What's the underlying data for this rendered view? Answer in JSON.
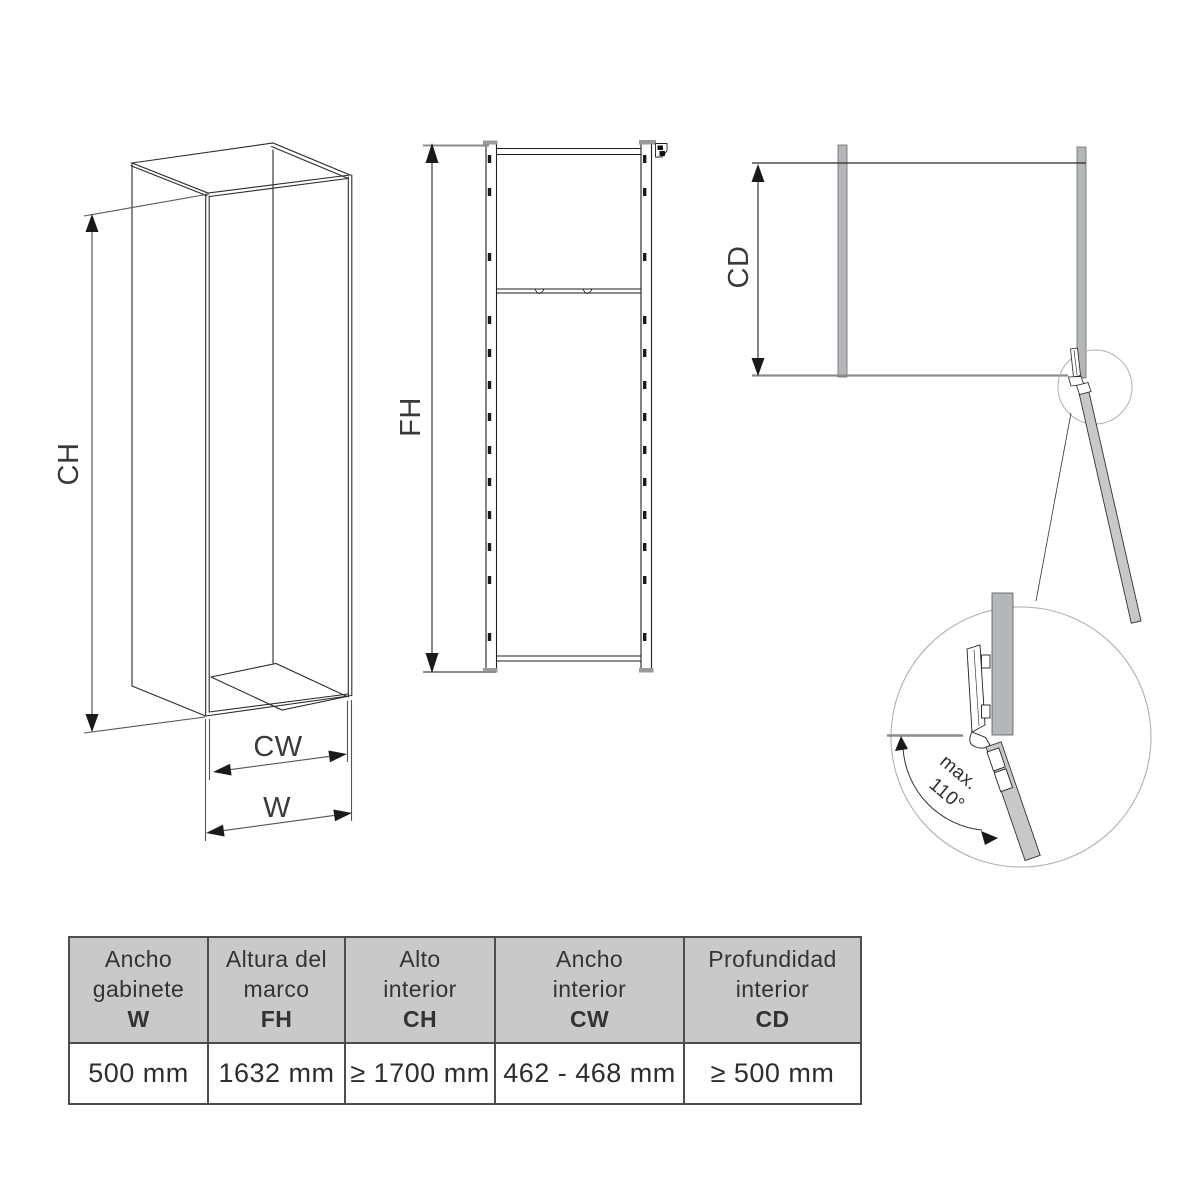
{
  "diagram": {
    "labels": {
      "inner_height": "CH",
      "inner_width": "CW",
      "cabinet_width": "W",
      "frame_height": "FH",
      "inner_depth": "CD",
      "max_angle_line1": "max.",
      "max_angle_line2": "110°"
    },
    "colors": {
      "line": "#2b2b2b",
      "dimension_line": "#555555",
      "gray_extension": "#8c8c8c",
      "panel_fill": "#b4b7b9",
      "door_fill": "#c6c8ca",
      "detail_circle_stroke": "#b0b0b0",
      "table_header_bg": "#c9c9c9",
      "table_border": "#4d4d4d"
    }
  },
  "table": {
    "columns": [
      {
        "label": "Ancho\ngabinete",
        "code": "W",
        "value": "500 mm"
      },
      {
        "label": "Altura del\nmarco",
        "code": "FH",
        "value": "1632 mm"
      },
      {
        "label": "Alto\ninterior",
        "code": "CH",
        "value": "≥ 1700 mm"
      },
      {
        "label": "Ancho\ninterior",
        "code": "CW",
        "value": "462 - 468 mm"
      },
      {
        "label": "Profundidad\ninterior",
        "code": "CD",
        "value": "≥ 500 mm"
      }
    ]
  }
}
